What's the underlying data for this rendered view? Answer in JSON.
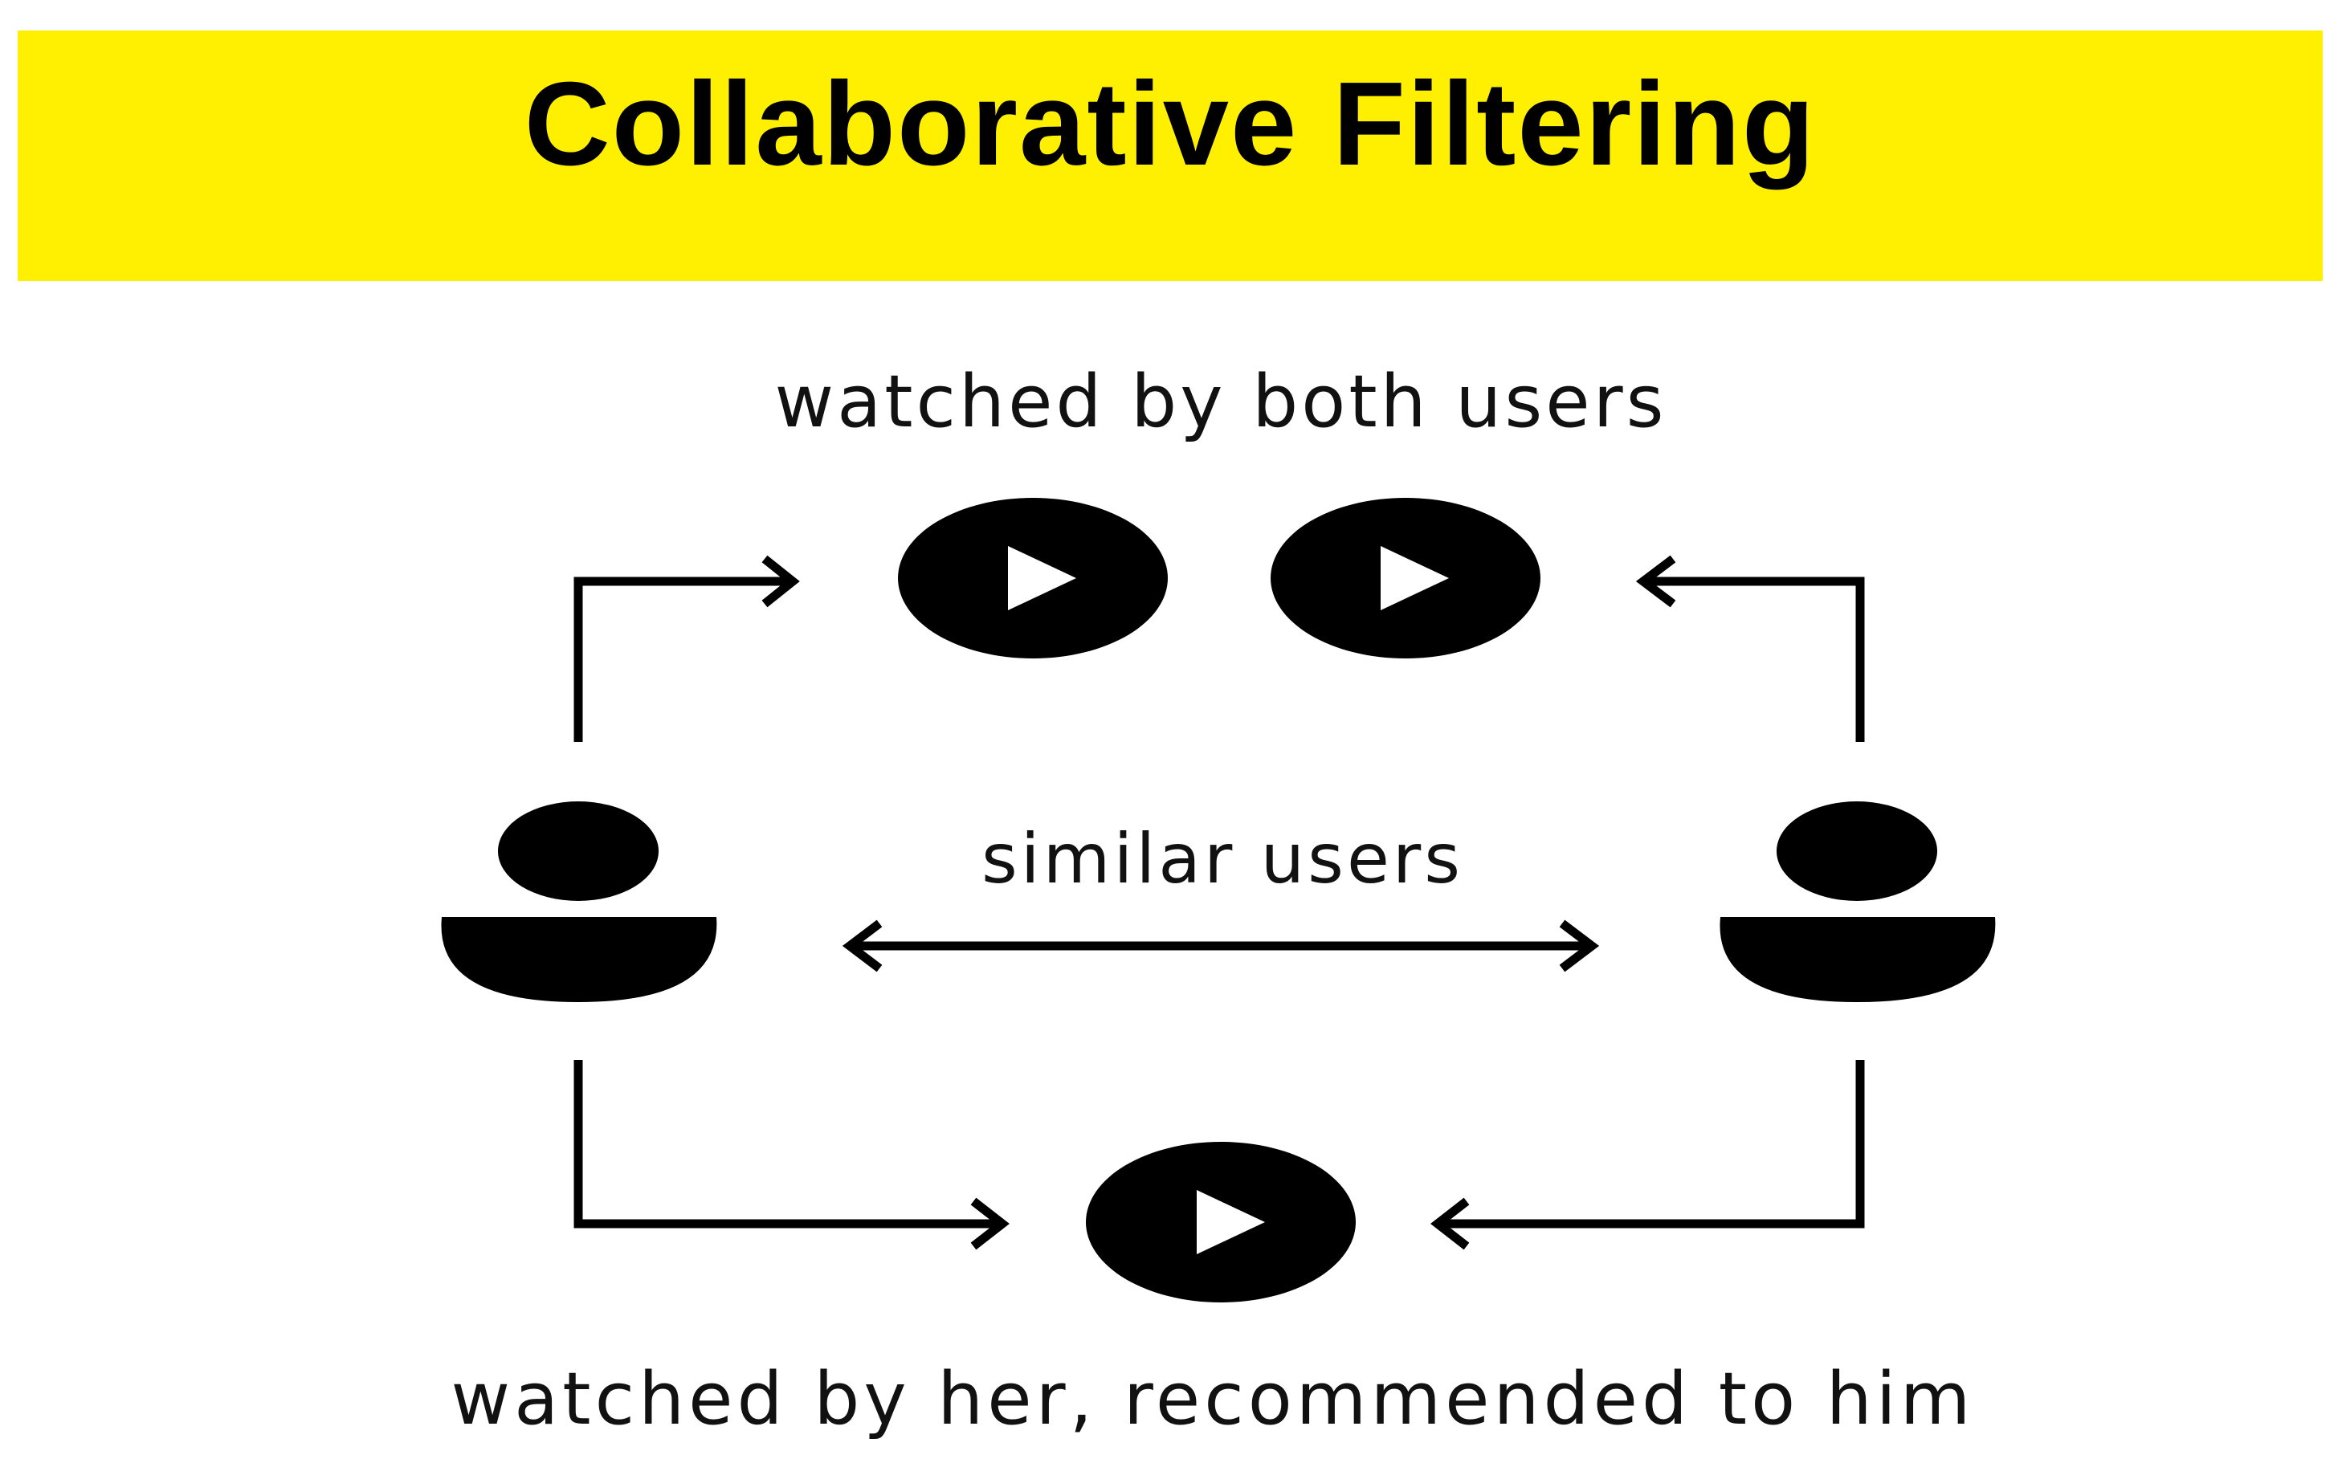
{
  "title": "Collaborative Filtering",
  "labels": {
    "top": "watched by both users",
    "middle": "similar users",
    "bottom": "watched by her, recommended to him"
  },
  "colors": {
    "banner": "#ffef00",
    "ink": "#000000",
    "play_triangle": "#ffffff"
  },
  "icons": [
    "user-icon",
    "user-icon",
    "play-icon",
    "play-icon",
    "play-icon"
  ]
}
